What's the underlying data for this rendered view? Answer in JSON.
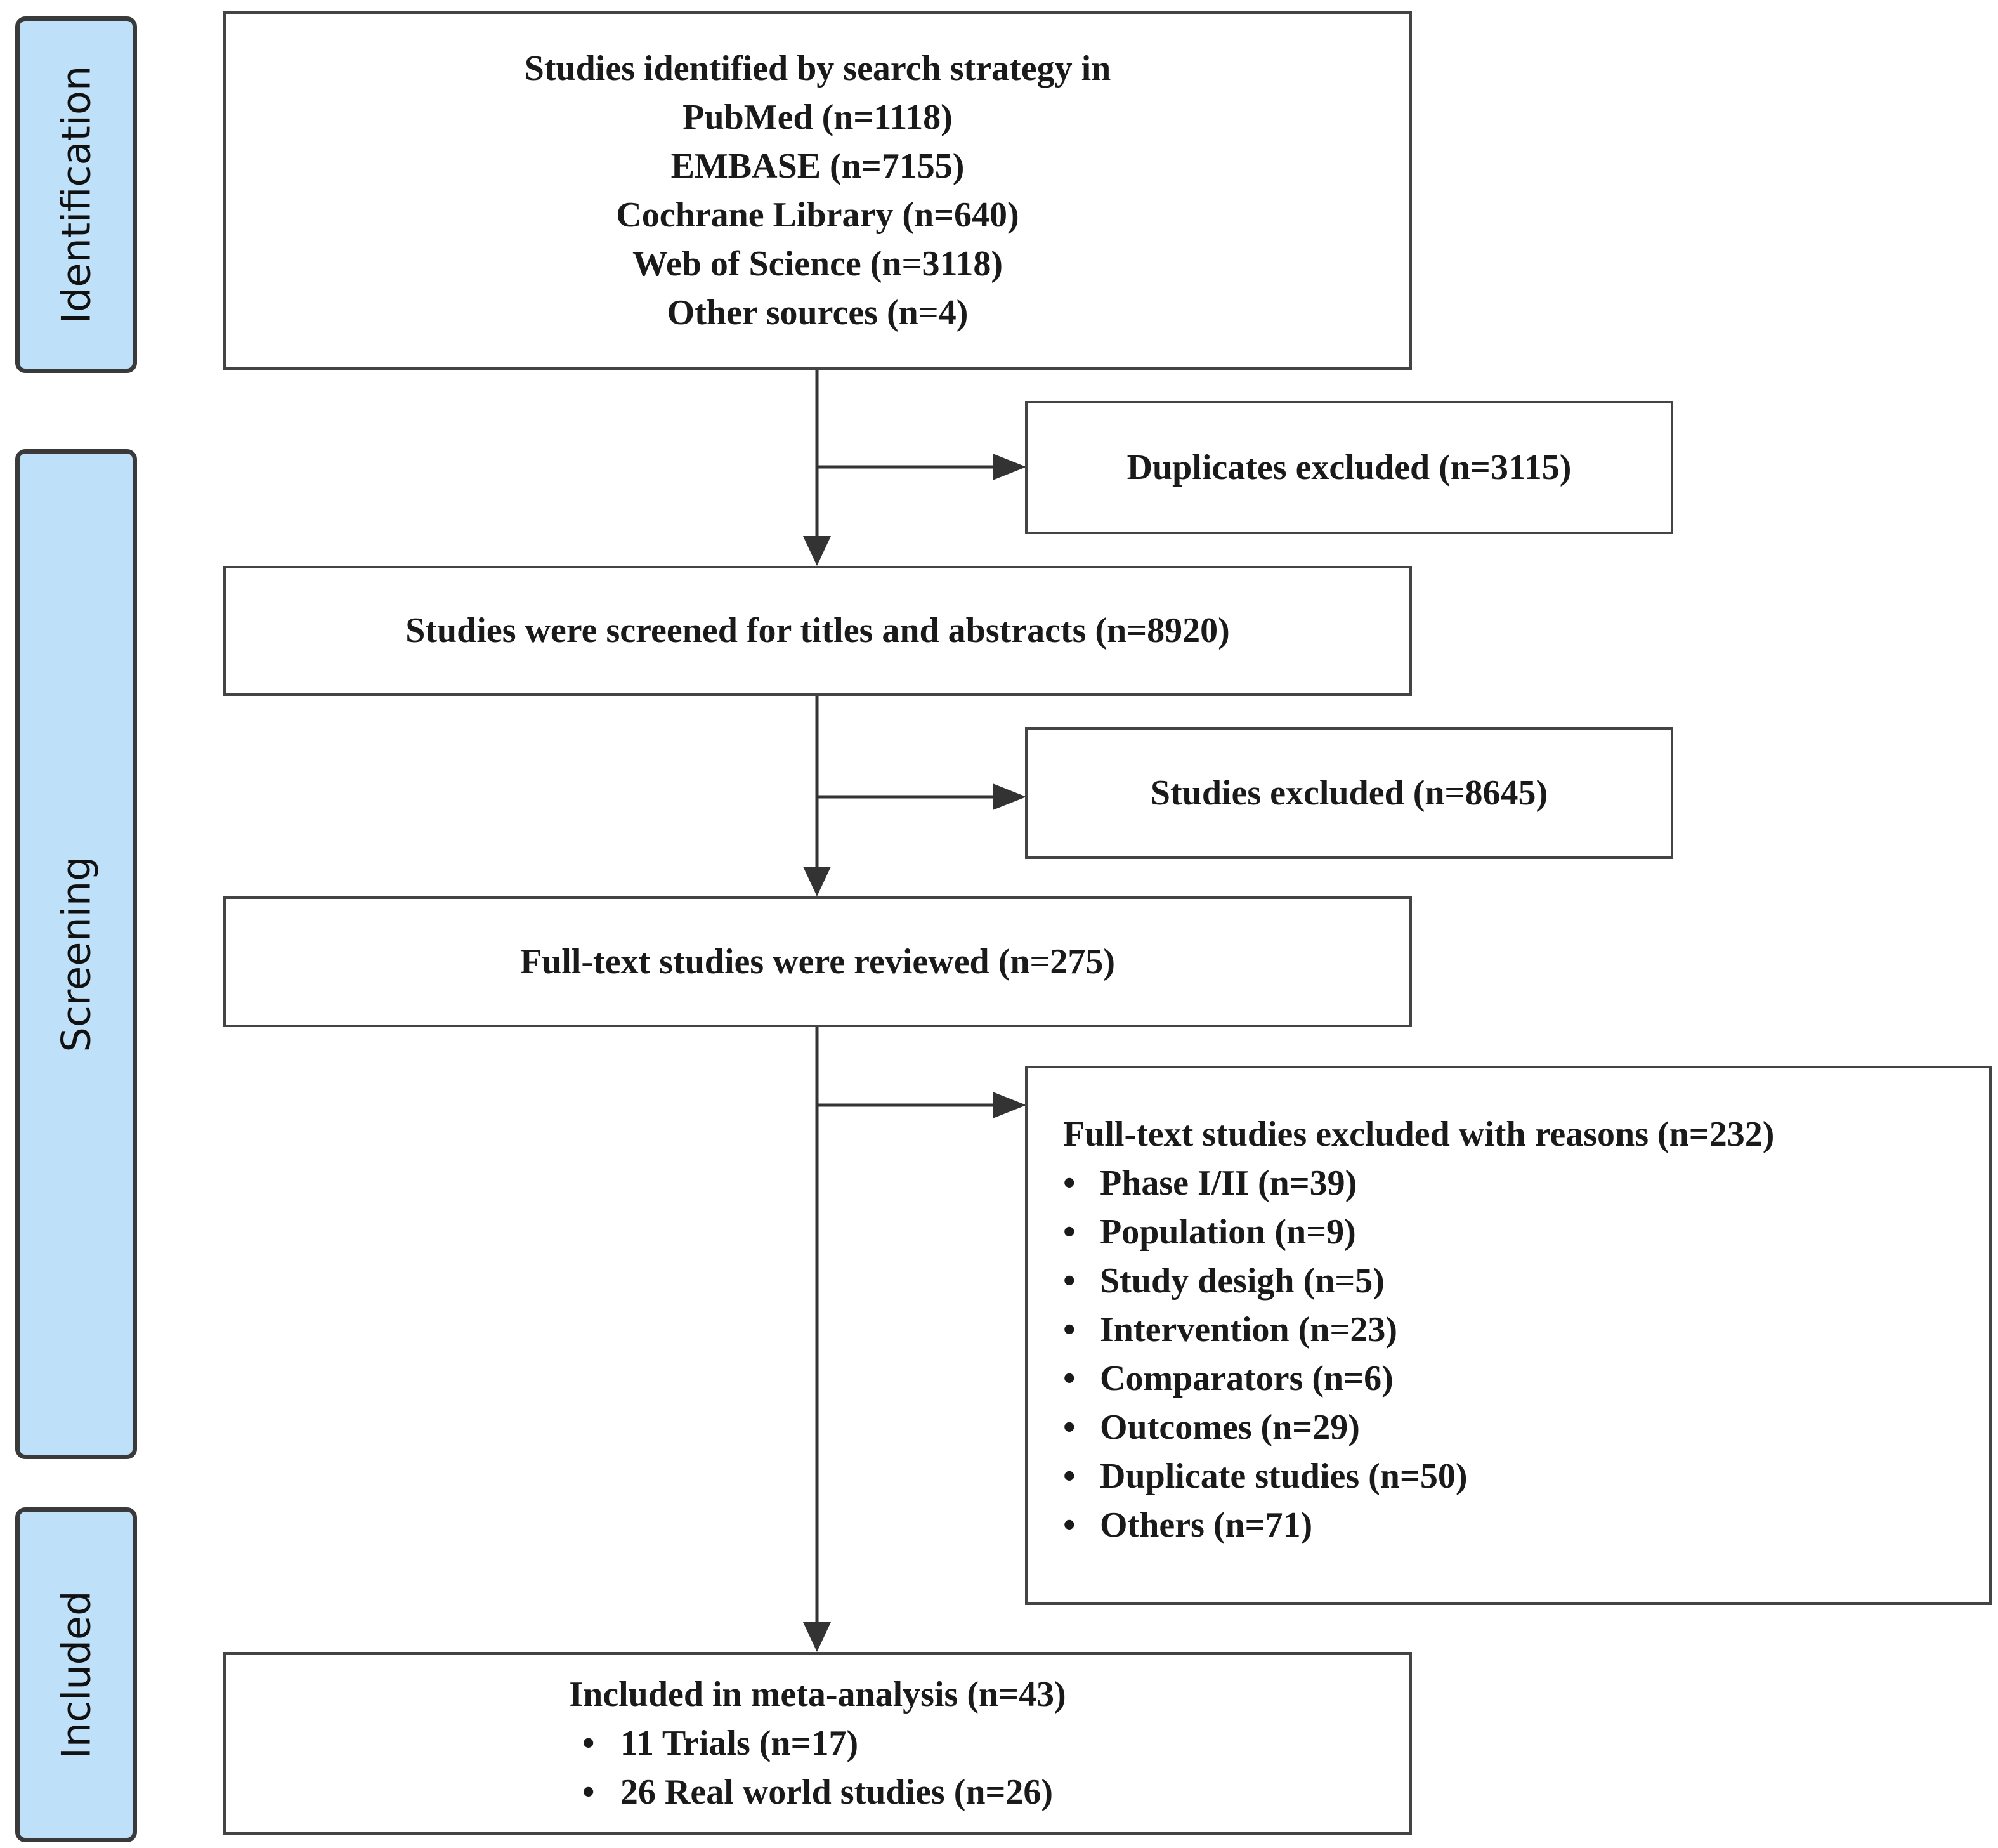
{
  "phases": {
    "identification": "Identification",
    "screening": "Screening",
    "included": "Included"
  },
  "boxes": {
    "search": {
      "lines": [
        "Studies identified by search strategy in",
        "PubMed (n=1118)",
        "EMBASE (n=7155)",
        "Cochrane Library (n=640)",
        "Web of Science (n=3118)",
        "Other sources (n=4)"
      ]
    },
    "duplicates": "Duplicates excluded (n=3115)",
    "screened": "Studies were screened for titles and abstracts (n=8920)",
    "excluded": "Studies excluded (n=8645)",
    "fulltext": "Full-text studies were reviewed (n=275)",
    "fulltext_excluded": {
      "heading": "Full-text studies excluded with reasons (n=232)",
      "reasons": [
        "Phase I/II (n=39)",
        "Population (n=9)",
        "Study desigh (n=5)",
        "Intervention (n=23)",
        "Comparators (n=6)",
        "Outcomes (n=29)",
        "Duplicate studies (n=50)",
        "Others (n=71)"
      ]
    },
    "included": {
      "heading": "Included in meta-analysis (n=43)",
      "items": [
        "11 Trials (n=17)",
        "26 Real world studies (n=26)"
      ]
    }
  },
  "colors": {
    "phase_fill": "#bfe0f9",
    "phase_border": "#3a3a3a",
    "box_border": "#444444",
    "arrow": "#333333"
  }
}
